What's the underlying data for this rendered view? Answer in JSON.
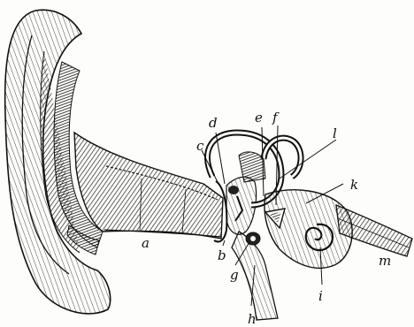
{
  "figure": {
    "labels": {
      "a": "a",
      "b": "b",
      "c": "c",
      "d": "d",
      "e": "e",
      "f": "f",
      "g": "g",
      "h": "h",
      "i": "i",
      "k": "k",
      "l": "l",
      "m": "m"
    },
    "colors": {
      "ink": "#111111",
      "paper": "#fdfdfb",
      "shade": "#3a3a3a"
    }
  }
}
